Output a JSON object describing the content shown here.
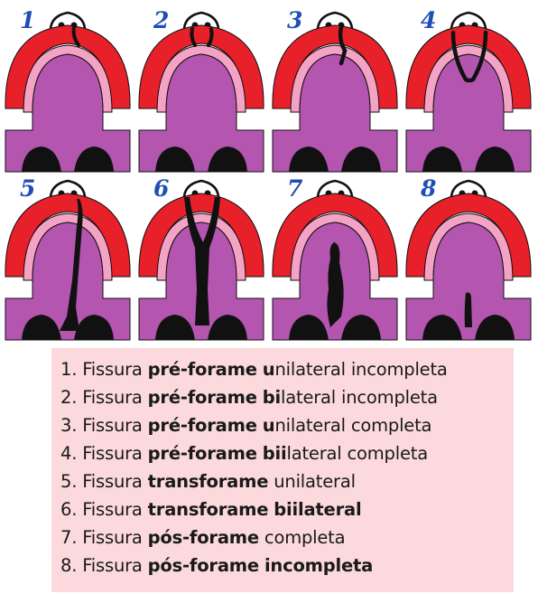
{
  "diagram": {
    "panels": [
      {
        "number": "1",
        "cleft": "pre-unilateral-incomplete"
      },
      {
        "number": "2",
        "cleft": "pre-bilateral-incomplete"
      },
      {
        "number": "3",
        "cleft": "pre-unilateral-complete"
      },
      {
        "number": "4",
        "cleft": "pre-bilateral-complete"
      },
      {
        "number": "5",
        "cleft": "trans-unilateral"
      },
      {
        "number": "6",
        "cleft": "trans-bilateral"
      },
      {
        "number": "7",
        "cleft": "post-complete"
      },
      {
        "number": "8",
        "cleft": "post-incomplete"
      }
    ],
    "colors": {
      "gum": "#e8202a",
      "gum_inner": "#f4a3c4",
      "palate": "#b455b0",
      "cleft": "#111111",
      "number": "#1f4fb5"
    }
  },
  "legend": {
    "items": [
      {
        "prefix": "1. Fissura ",
        "p1": "pré-forame",
        "mid": " ",
        "p2": "u",
        "rest": "nilateral incompleta"
      },
      {
        "prefix": "2. Fissura ",
        "p1": "pré-forame",
        "mid": " ",
        "p2": "bi",
        "rest": "lateral incompleta"
      },
      {
        "prefix": "3. Fissura ",
        "p1": "pré-forame",
        "mid": " ",
        "p2": "u",
        "rest": "nilateral completa"
      },
      {
        "prefix": "4. Fissura ",
        "p1": "pré-forame",
        "mid": " ",
        "p2": "bii",
        "rest": "lateral completa"
      },
      {
        "prefix": "5. Fissura ",
        "p1": "transforame",
        "mid": " unilateral",
        "p2": "",
        "rest": ""
      },
      {
        "prefix": "6. Fissura ",
        "p1": "transforame",
        "mid": " ",
        "p2": "biilateral",
        "rest": ""
      },
      {
        "prefix": "7. Fissura ",
        "p1": "pós-forame",
        "mid": " completa",
        "p2": "",
        "rest": ""
      },
      {
        "prefix": "8. Fissura ",
        "p1": "pós-forame",
        "mid": " ",
        "p2": "incompleta",
        "rest": ""
      }
    ]
  }
}
